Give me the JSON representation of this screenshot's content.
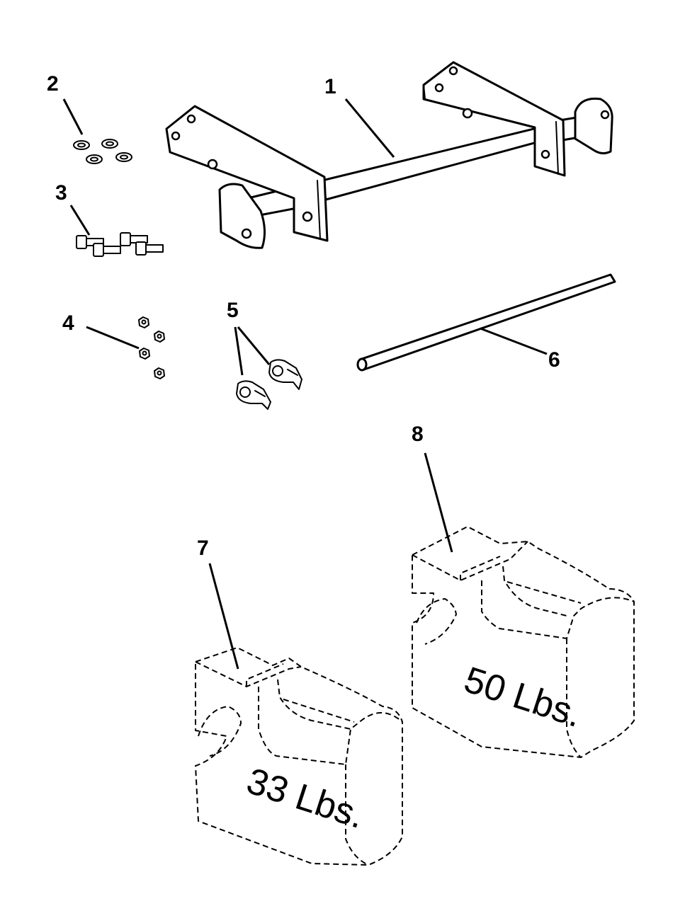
{
  "callouts": {
    "c1": "1",
    "c2": "2",
    "c3": "3",
    "c4": "4",
    "c5": "5",
    "c6": "6",
    "c7": "7",
    "c8": "8"
  },
  "weights": {
    "w33": "33 Lbs.",
    "w50": "50 Lbs."
  },
  "icons": {
    "frame": "weight-bracket-frame-icon",
    "washers": "lock-washer-icon",
    "bolts": "hex-bolt-icon",
    "nuts": "hex-nut-icon",
    "clips": "hitch-pin-clip-icon",
    "rod": "rod-icon",
    "weight": "suitcase-weight-icon"
  }
}
